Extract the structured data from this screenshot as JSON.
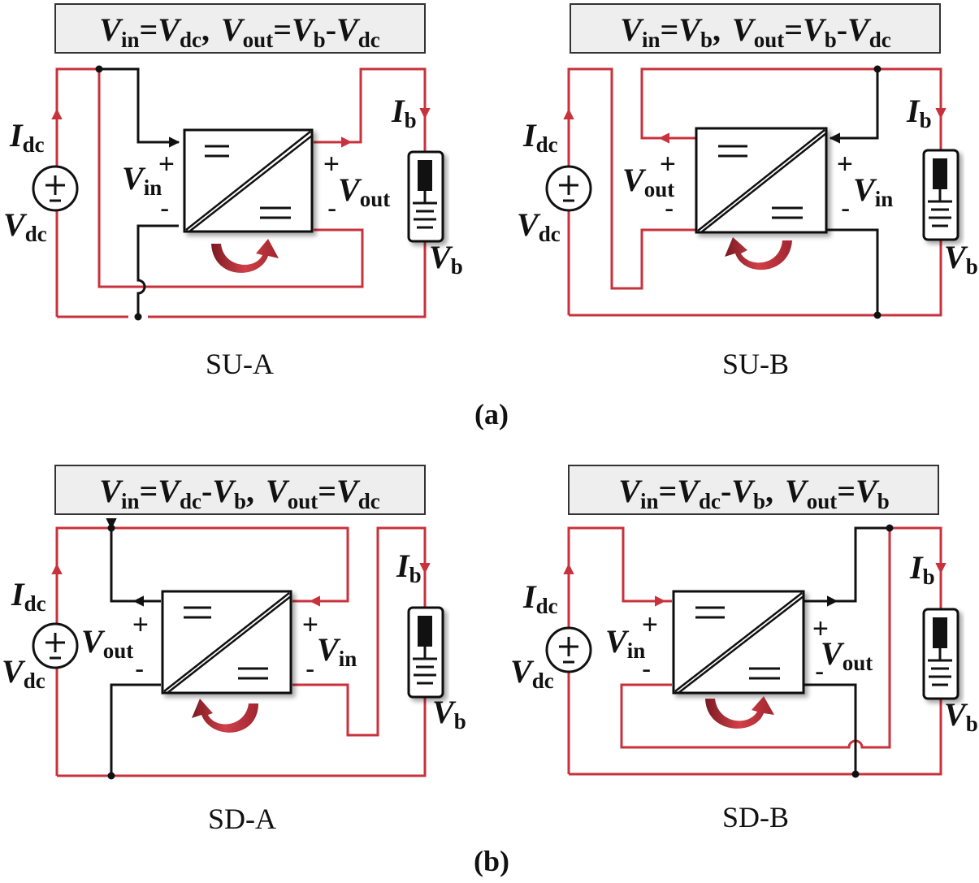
{
  "colors": {
    "current_path": "#c8323c",
    "wire": "#111111",
    "header_bg": "#eeeeee",
    "flow_arrow": "#c8323c"
  },
  "panels": [
    {
      "id": "SU-A",
      "caption": "SU-A",
      "eq1": {
        "lhs": "V",
        "lhs_sub": "in",
        "rhs": [
          "V"
        ],
        "rhs_sub": [
          "dc"
        ]
      },
      "eq2": {
        "lhs": "V",
        "lhs_sub": "out",
        "rhs": [
          "V",
          "V"
        ],
        "rhs_sub": [
          "b",
          "dc"
        ]
      },
      "labels": {
        "I": "I",
        "I_dc": "dc",
        "I_b": "b",
        "V": "V",
        "V_dc": "dc",
        "V_b": "b",
        "V_in": "in",
        "V_out": "out"
      }
    },
    {
      "id": "SU-B",
      "caption": "SU-B",
      "eq1": {
        "lhs": "V",
        "lhs_sub": "in",
        "rhs": [
          "V"
        ],
        "rhs_sub": [
          "b"
        ]
      },
      "eq2": {
        "lhs": "V",
        "lhs_sub": "out",
        "rhs": [
          "V",
          "V"
        ],
        "rhs_sub": [
          "b",
          "dc"
        ]
      },
      "labels": {
        "I": "I",
        "I_dc": "dc",
        "I_b": "b",
        "V": "V",
        "V_dc": "dc",
        "V_b": "b",
        "V_in": "in",
        "V_out": "out"
      }
    },
    {
      "id": "SD-A",
      "caption": "SD-A",
      "eq1": {
        "lhs": "V",
        "lhs_sub": "in",
        "rhs": [
          "V",
          "V"
        ],
        "rhs_sub": [
          "dc",
          "b"
        ]
      },
      "eq2": {
        "lhs": "V",
        "lhs_sub": "out",
        "rhs": [
          "V"
        ],
        "rhs_sub": [
          "dc"
        ]
      },
      "labels": {
        "I": "I",
        "I_dc": "dc",
        "I_b": "b",
        "V": "V",
        "V_dc": "dc",
        "V_b": "b",
        "V_in": "in",
        "V_out": "out"
      }
    },
    {
      "id": "SD-B",
      "caption": "SD-B",
      "eq1": {
        "lhs": "V",
        "lhs_sub": "in",
        "rhs": [
          "V",
          "V"
        ],
        "rhs_sub": [
          "dc",
          "b"
        ]
      },
      "eq2": {
        "lhs": "V",
        "lhs_sub": "out",
        "rhs": [
          "V"
        ],
        "rhs_sub": [
          "b"
        ]
      },
      "labels": {
        "I": "I",
        "I_dc": "dc",
        "I_b": "b",
        "V": "V",
        "V_dc": "dc",
        "V_b": "b",
        "V_in": "in",
        "V_out": "out"
      }
    }
  ],
  "symbols": {
    "equals": "=",
    "minus": "-",
    "comma": ",",
    "plus": "+",
    "neg": "-"
  },
  "subfigures": {
    "a": "(a)",
    "b": "(b)"
  }
}
